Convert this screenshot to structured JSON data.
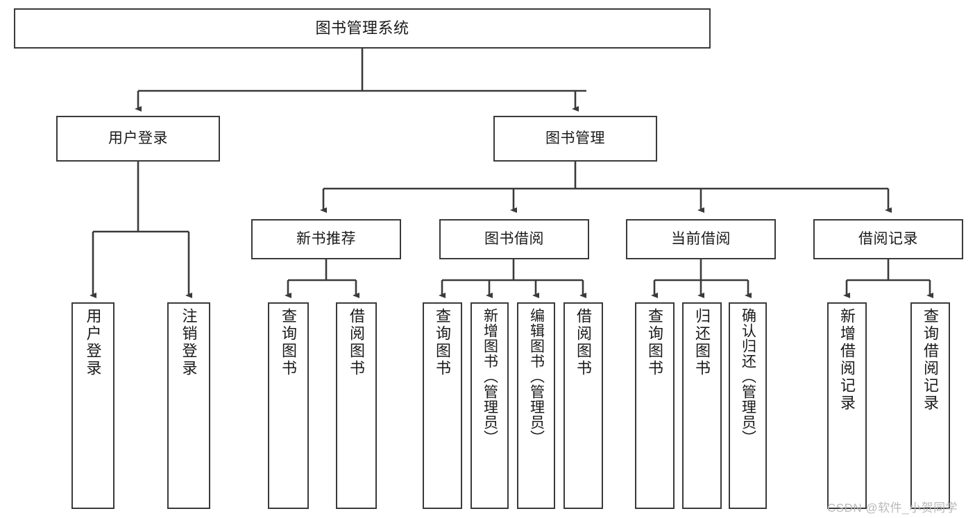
{
  "diagram": {
    "title": "图书管理系统",
    "type": "tree-hierarchy-diagram",
    "watermark": "CSDN @软件_小贺同学",
    "colors": {
      "background": "#ffffff",
      "node_border": "#3a3a3a",
      "node_fill": "#ffffff",
      "edge": "#3a3a3a",
      "text": "#1a1a1a",
      "watermark": "#b9b9b9"
    },
    "nodes": {
      "root": {
        "label": "图书管理系统"
      },
      "level2": [
        {
          "label": "用户登录"
        },
        {
          "label": "图书管理"
        }
      ],
      "level3": [
        {
          "label": "新书推荐"
        },
        {
          "label": "图书借阅"
        },
        {
          "label": "当前借阅"
        },
        {
          "label": "借阅记录"
        }
      ],
      "leaves_user_login": [
        {
          "label": "用户登录"
        },
        {
          "label": "注销登录"
        }
      ],
      "leaves_new_books": [
        {
          "label": "查询图书"
        },
        {
          "label": "借阅图书"
        }
      ],
      "leaves_book_borrow": [
        {
          "label": "查询图书"
        },
        {
          "label": "新增图书（管理员）"
        },
        {
          "label": "编辑图书（管理员）"
        },
        {
          "label": "借阅图书"
        }
      ],
      "leaves_current_borrow": [
        {
          "label": "查询图书"
        },
        {
          "label": "归还图书"
        },
        {
          "label": "确认归还（管理员）"
        }
      ],
      "leaves_borrow_records": [
        {
          "label": "新增借阅记录"
        },
        {
          "label": "查询借阅记录"
        }
      ]
    }
  }
}
